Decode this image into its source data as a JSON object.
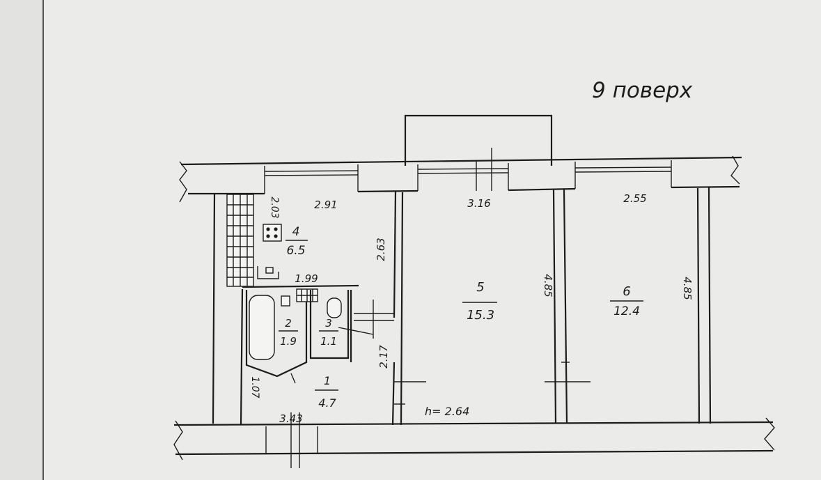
{
  "floor_label": "9 поверх",
  "rooms": [
    {
      "number": "1",
      "area": "4.7"
    },
    {
      "number": "2",
      "area": "1.9"
    },
    {
      "number": "3",
      "area": "1.1"
    },
    {
      "number": "4",
      "area": "6.5"
    },
    {
      "number": "5",
      "area": "15.3"
    },
    {
      "number": "6",
      "area": "12.4"
    }
  ],
  "dimensions": {
    "kitchen_width": "2.91",
    "kitchen_small": "2.03",
    "kitchen_depth": "2.63",
    "bath_width": "1.99",
    "room5_width": "3.16",
    "room5_depth": "4.85",
    "room6_width": "2.55",
    "room6_depth": "4.85",
    "hall_width": "3.43",
    "hall_side": "1.07",
    "hall_depth": "2.17"
  },
  "ceiling_height": "h= 2.64"
}
